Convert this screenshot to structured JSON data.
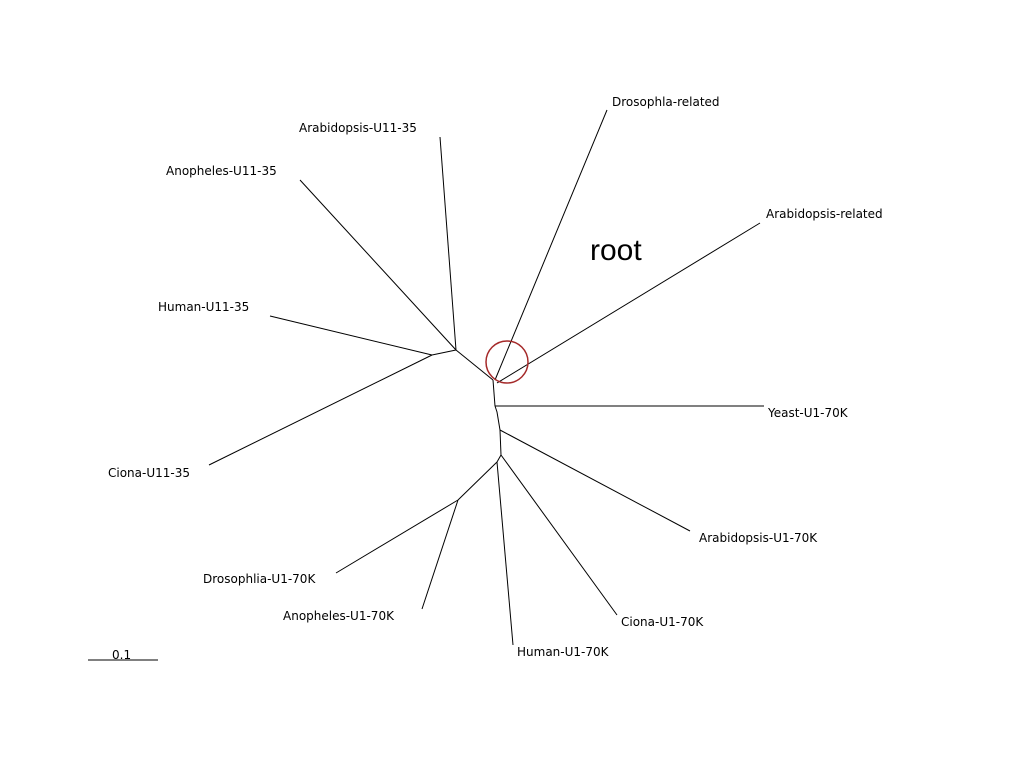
{
  "tree": {
    "root_label": "root",
    "root_marker_color": "#a52a2a",
    "leaves": {
      "drosophila_related": "Drosophla-related",
      "arabidopsis_related": "Arabidopsis-related",
      "yeast_u1_70k": "Yeast-U1-70K",
      "arabidopsis_u1_70k": "Arabidopsis-U1-70K",
      "ciona_u1_70k": "Ciona-U1-70K",
      "human_u1_70k": "Human-U1-70K",
      "anopheles_u1_70k": "Anopheles-U1-70K",
      "drosophlia_u1_70k": "Drosophlia-U1-70K",
      "ciona_u11_35": "Ciona-U11-35",
      "human_u11_35": "Human-U11-35",
      "anopheles_u11_35": "Anopheles-U11-35",
      "arabidopsis_u11_35": "Arabidopsis-U11-35"
    },
    "scale_bar": {
      "label": "0.1"
    }
  }
}
